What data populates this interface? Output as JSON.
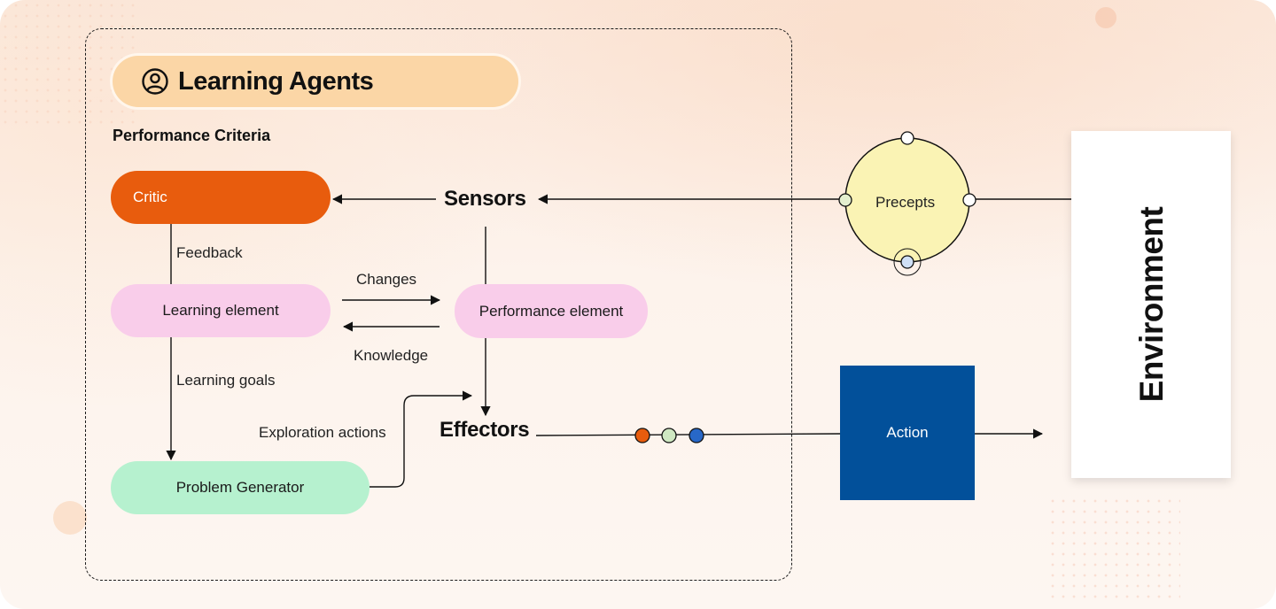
{
  "title": "Learning Agents",
  "icon": "user-circle-icon",
  "performance_criteria": "Performance Criteria",
  "nodes": {
    "critic": "Critic",
    "learning_element": "Learning element",
    "performance_element": "Performance element",
    "problem_generator": "Problem Generator",
    "sensors": "Sensors",
    "effectors": "Effectors",
    "precepts": "Precepts",
    "action": "Action",
    "environment": "Environment"
  },
  "edge_labels": {
    "feedback": "Feedback",
    "changes": "Changes",
    "knowledge": "Knowledge",
    "learning_goals": "Learning goals",
    "exploration_actions": "Exploration actions"
  },
  "colors": {
    "critic": "#e85c0d",
    "learning_element": "#f9cdea",
    "performance_element": "#f9cdea",
    "problem_generator": "#b6f1cf",
    "title_pill": "#fbd6a6",
    "precepts": "#faf3b4",
    "action": "#02509a",
    "dot_orange": "#e85c0d",
    "dot_green": "#cfe8c2",
    "dot_blue": "#2868c8"
  }
}
